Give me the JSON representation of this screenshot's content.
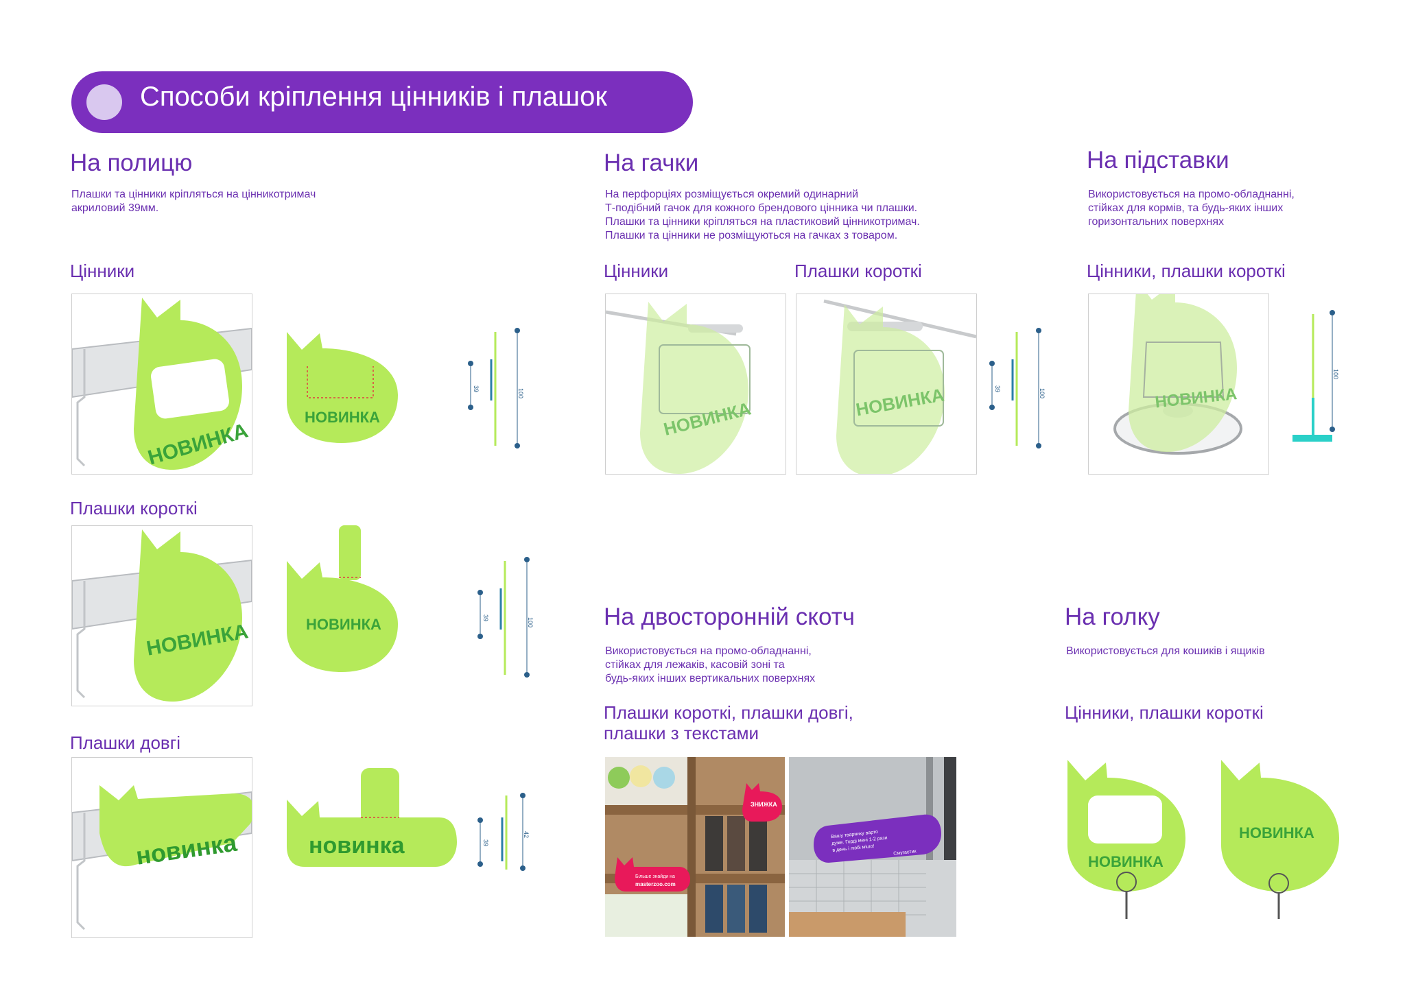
{
  "title": "Способи кріплення цінників і плашок",
  "brand": {
    "green": "#b5ea5a",
    "dark_green": "#3aa33a",
    "purple": "#7b2fbe",
    "pink": "#e8195a"
  },
  "label_word": "НОВИНКА",
  "label_word_lower": "новинка",
  "shelf": {
    "heading": "На полицю",
    "description": "Плашки та цінники кріпляться на цінникотримач\nакриловий 39мм.",
    "sub_price_tags": "Цінники",
    "sub_short": "Плашки короткі",
    "sub_long": "Плашки довгі",
    "dims": {
      "a": "39",
      "b": "100",
      "c": "42"
    }
  },
  "hooks": {
    "heading": "На гачки",
    "description": "На перфорціях розміщується окремий одинарний\nТ-подібний гачок для кожного брендового цінника чи плашки.\nПлашки та цінники кріпляться на пластиковий цінникотримач.\nПлашки та цінники не розміщуються на гачках з товаром.",
    "sub_price_tags": "Цінники",
    "sub_short": "Плашки короткі"
  },
  "stands": {
    "heading": "На підставки",
    "description": "Використовується на промо-обладнанні,\nстійках для кормів, та будь-яких інших\nгоризонтальних поверхнях",
    "sub": "Цінники, плашки короткі"
  },
  "tape": {
    "heading": "На двосторонній скотч",
    "description": "Використовується на промо-обладнанні,\nстійках для лежаків, касовій зоні та\nбудь-яких інших вертикальних поверхнях",
    "sub_line1": "Плашки короткі, плашки довгі,",
    "sub_line2": "плашки з текстами"
  },
  "needle": {
    "heading": "На голку",
    "description": "Використовується для кошиків і ящиків",
    "sub": "Цінники, плашки короткі"
  },
  "photo1": {
    "pink_tag": "ЗНИЖКА",
    "pink_bubble_1": "Більше знайди на",
    "pink_bubble_2": "masterzoo.com"
  },
  "photo2": {
    "line1": "Вашу тваринку варто",
    "line2": "дуже. Горді мені 1-2 рази",
    "line3": "в день і любі мішо!",
    "sign": "Смугастик"
  }
}
